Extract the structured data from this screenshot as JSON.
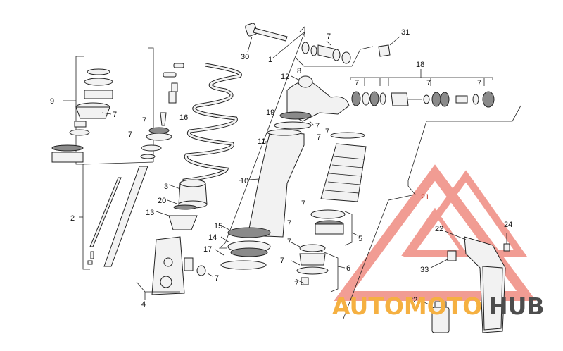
{
  "callouts": {
    "n1": "1",
    "n2": "2",
    "n3": "3",
    "n4": "4",
    "n5": "5",
    "n6": "6",
    "n7": "7",
    "n8": "8",
    "n9": "9",
    "n10": "10",
    "n11": "11",
    "n12": "12",
    "n13": "13",
    "n14": "14",
    "n15": "15",
    "n16": "16",
    "n17": "17",
    "n18": "18",
    "n19": "19",
    "n20": "20",
    "n21": "21",
    "n22": "22",
    "n24": "24",
    "n30": "30",
    "n31": "31",
    "n32": "32",
    "n33": "33"
  },
  "watermark": {
    "word_a": "AUTOMOTO",
    "word_b": "HUB",
    "color_a": "#f5b041",
    "color_b": "#4d4d4d",
    "triangle_color": "#e74c3c"
  }
}
